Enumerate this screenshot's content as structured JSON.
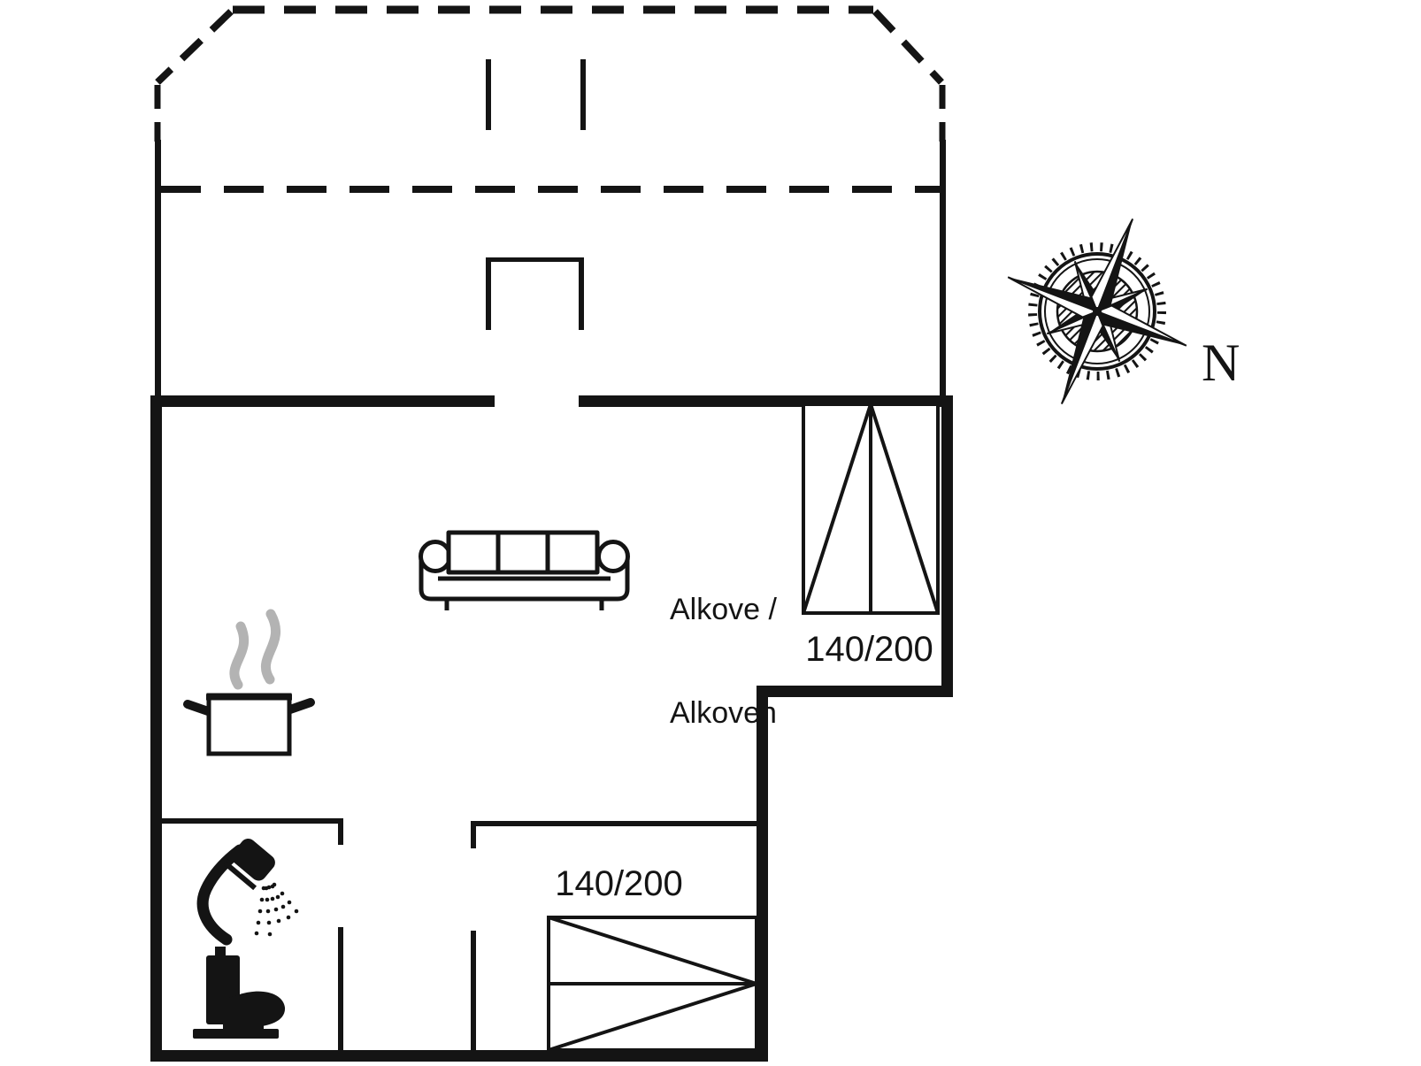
{
  "colors": {
    "background": "#ffffff",
    "line": "#141414",
    "steam": "#b3b3b3"
  },
  "labels": {
    "alkove_line1": "Alkove /",
    "alkove_line2": "Alkoven",
    "alkove_bed_size": "140/200",
    "bedroom_bed_size": "140/200",
    "compass_north": "N"
  },
  "icons": {
    "sofa": "sofa-icon",
    "cooking_pot": "cooking-pot-icon",
    "steam": "steam-icon",
    "shower": "shower-icon",
    "toilet": "toilet-icon",
    "alkove_bed": "alkove-bed-icon",
    "double_bed": "double-bed-icon",
    "compass_rose": "compass-rose-icon"
  }
}
